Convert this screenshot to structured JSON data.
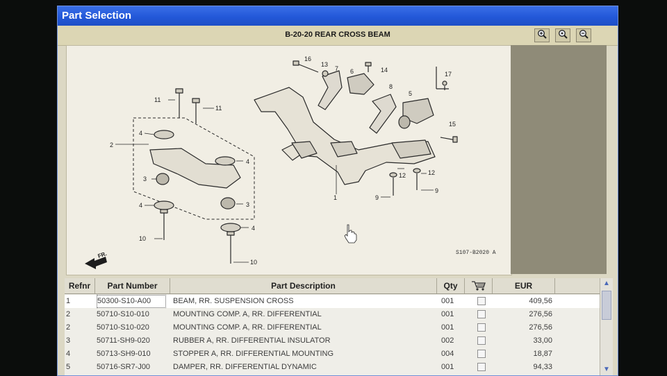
{
  "window": {
    "title": "Part Selection"
  },
  "diagram": {
    "title": "B-20-20 REAR CROSS BEAM",
    "ref_code": "S107-B2020 A",
    "direction_label": "FR."
  },
  "zoom_buttons": [
    {
      "icon": "zoom-in-icon"
    },
    {
      "icon": "zoom-fit-icon"
    },
    {
      "icon": "zoom-out-icon"
    }
  ],
  "callouts": {
    "n1": "1",
    "n2": "2",
    "n3a": "3",
    "n3b": "3",
    "n4a": "4",
    "n4b": "4",
    "n4c": "4",
    "n4d": "4",
    "n5": "5",
    "n6": "6",
    "n7": "7",
    "n8": "8",
    "n9a": "9",
    "n9b": "9",
    "n10a": "10",
    "n10b": "10",
    "n11a": "11",
    "n11b": "11",
    "n12a": "12",
    "n12b": "12",
    "n13": "13",
    "n14": "14",
    "n15": "15",
    "n16": "16",
    "n17": "17"
  },
  "table": {
    "headers": {
      "refnr": "Refnr",
      "part_number": "Part Number",
      "description": "Part Description",
      "qty": "Qty",
      "eur": "EUR"
    },
    "rows": [
      {
        "refnr": "1",
        "part_number": "50300-S10-A00",
        "description": "BEAM, RR. SUSPENSION CROSS",
        "qty": "001",
        "eur": "409,56"
      },
      {
        "refnr": "2",
        "part_number": "50710-S10-010",
        "description": "MOUNTING COMP. A, RR. DIFFERENTIAL",
        "qty": "001",
        "eur": "276,56"
      },
      {
        "refnr": "2",
        "part_number": "50710-S10-020",
        "description": "MOUNTING COMP. A, RR. DIFFERENTIAL",
        "qty": "001",
        "eur": "276,56"
      },
      {
        "refnr": "3",
        "part_number": "50711-SH9-020",
        "description": "RUBBER A, RR. DIFFERENTIAL INSULATOR",
        "qty": "002",
        "eur": "33,00"
      },
      {
        "refnr": "4",
        "part_number": "50713-SH9-010",
        "description": "STOPPER A, RR. DIFFERENTIAL MOUNTING",
        "qty": "004",
        "eur": "18,87"
      },
      {
        "refnr": "5",
        "part_number": "50716-SR7-J00",
        "description": "DAMPER, RR. DIFFERENTIAL DYNAMIC",
        "qty": "001",
        "eur": "94,33"
      }
    ]
  },
  "colors": {
    "titlebar": "#2358d8",
    "window_bg": "#dcd8c4",
    "diagram_bg": "#f1eee4",
    "selected_row": "#ffffff"
  }
}
